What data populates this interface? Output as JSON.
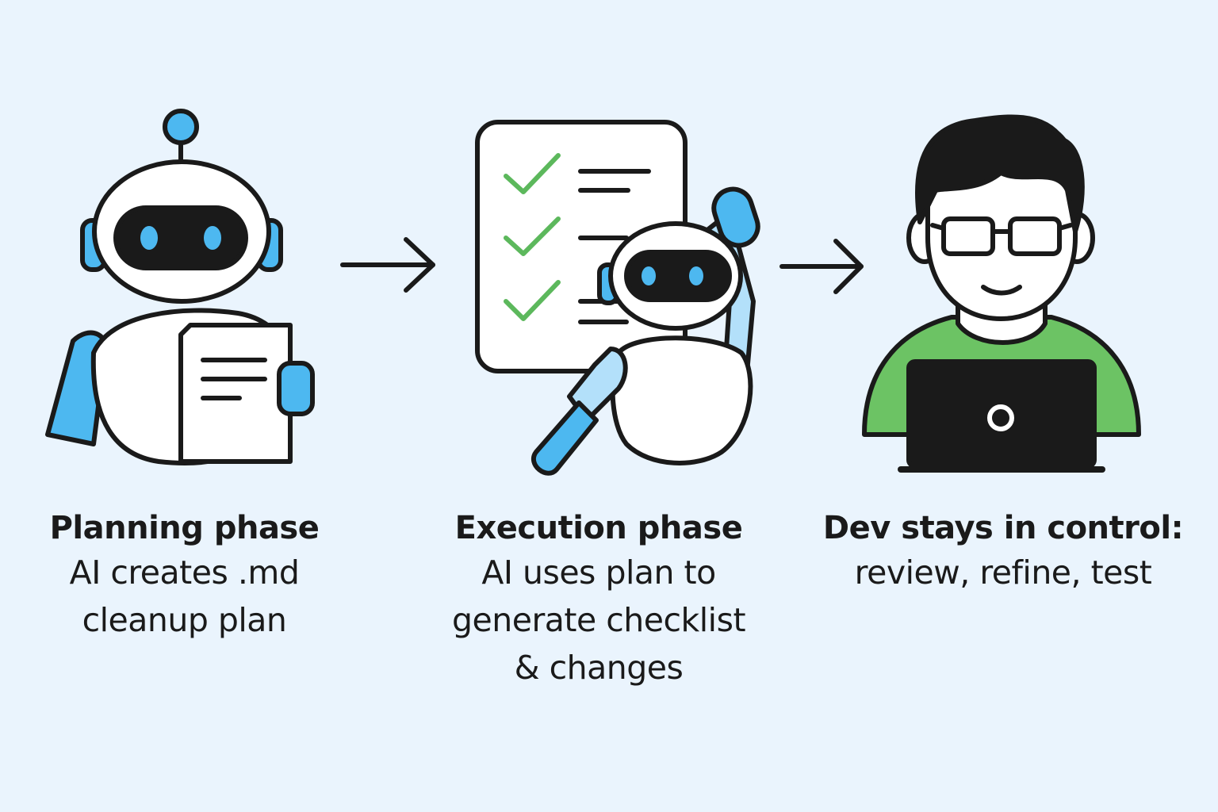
{
  "colors": {
    "background": "#eaf4fd",
    "robot_accent": "#4db8f0",
    "robot_light": "#b3e0fa",
    "checkmark": "#5cb85c",
    "dev_shirt": "#6cc364",
    "outline": "#1a1a1a"
  },
  "steps": [
    {
      "icon": "robot-reading-document-icon",
      "title": "Planning phase",
      "lines": [
        "AI creates .md",
        "cleanup plan"
      ]
    },
    {
      "icon": "robot-with-checklist-icon",
      "title": "Execution phase",
      "lines": [
        "AI uses plan to",
        "generate checklist",
        "& changes"
      ]
    },
    {
      "icon": "developer-with-laptop-icon",
      "title": "Dev stays in control:",
      "lines": [
        "review, refine, test"
      ]
    }
  ]
}
